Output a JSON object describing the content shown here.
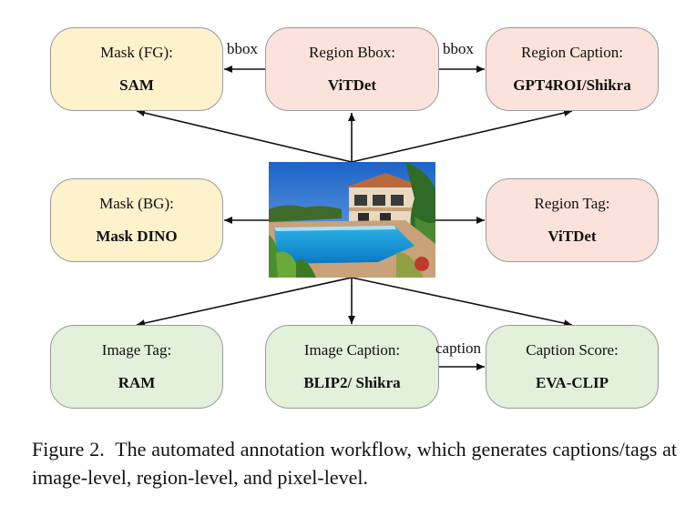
{
  "nodes": {
    "mask_fg": {
      "title": "Mask (FG):",
      "model": "SAM"
    },
    "region_bbox": {
      "title": "Region Bbox:",
      "model": "ViTDet"
    },
    "region_caption": {
      "title": "Region Caption:",
      "model": "GPT4ROI/Shikra"
    },
    "mask_bg": {
      "title": "Mask (BG):",
      "model": "Mask DINO"
    },
    "region_tag": {
      "title": "Region Tag:",
      "model": "ViTDet"
    },
    "image_tag": {
      "title": "Image Tag:",
      "model": "RAM"
    },
    "image_caption": {
      "title": "Image Caption:",
      "model": "BLIP2/ Shikra"
    },
    "caption_score": {
      "title": "Caption Score:",
      "model": "EVA-CLIP"
    }
  },
  "edge_labels": {
    "bbox_left": "bbox",
    "bbox_right": "bbox",
    "caption": "caption"
  },
  "figure": {
    "label": "Figure 2.",
    "text": "The automated annotation workflow, which generates captions/tags at image-level, region-level, and pixel-level."
  },
  "colors": {
    "yellow": "#fdf2cc",
    "pink": "#fbe3db",
    "green": "#e3f0da",
    "border": "#9a9a9a"
  }
}
